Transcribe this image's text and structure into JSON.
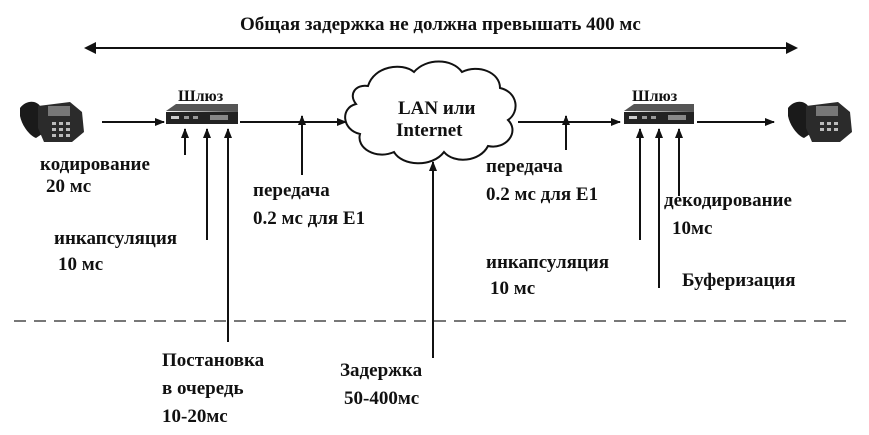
{
  "title": "Общая задержка не должна превышать 400 мс",
  "gateway_left": "Шлюз",
  "gateway_right": "Шлюз",
  "cloud": {
    "line1": "LAN или",
    "line2": "Internet"
  },
  "left": {
    "coding": {
      "line1": "кодирование",
      "line2": "20 мс"
    },
    "encapsulation": {
      "line1": "инкапсуляция",
      "line2": "10 мс"
    },
    "transmission": {
      "line1": "передача",
      "line2": "0.2 мс для E1"
    },
    "queueing": {
      "line1": "Постановка",
      "line2": "в очередь",
      "line3": "10-20мс"
    }
  },
  "network_delay": {
    "line1": "Задержка",
    "line2": "50-400мс"
  },
  "right": {
    "transmission": {
      "line1": "передача",
      "line2": "0.2 мс для E1"
    },
    "decoding": {
      "line1": "декодирование",
      "line2": "10мс"
    },
    "encapsulation": {
      "line1": "инкапсуляция",
      "line2": "10 мс"
    },
    "buffering": "Буферизация"
  }
}
